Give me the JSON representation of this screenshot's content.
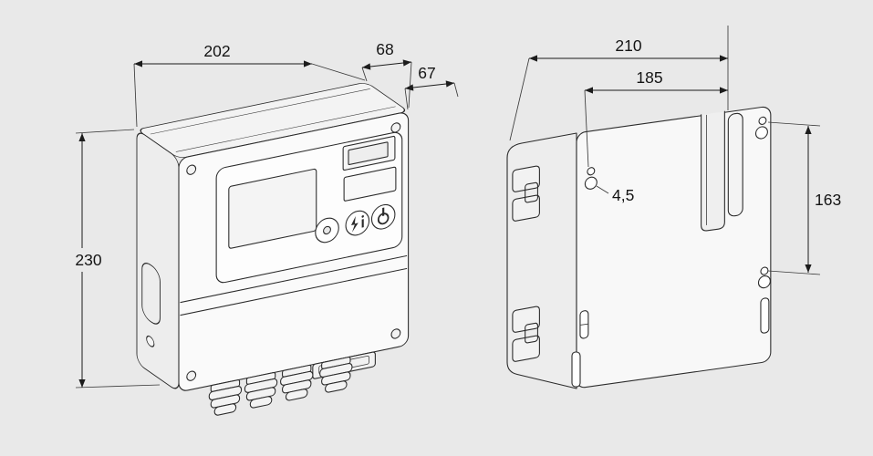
{
  "colors": {
    "background": "#e9e9e9",
    "line": "#2b2b2b"
  },
  "views": {
    "front": {
      "name": "front-isometric-view",
      "dims": {
        "width": "202",
        "depth_top": "68",
        "depth_front": "67",
        "height": "230"
      },
      "panel": {
        "buttons": [
          {
            "icon": "dot"
          },
          {
            "icon": "flash-info"
          },
          {
            "icon": "power"
          }
        ]
      }
    },
    "back": {
      "name": "back-mounting-view",
      "dims": {
        "overall_width": "210",
        "mounting_width": "185",
        "hole_diameter": "4,5",
        "hole_spacing": "163"
      }
    }
  }
}
